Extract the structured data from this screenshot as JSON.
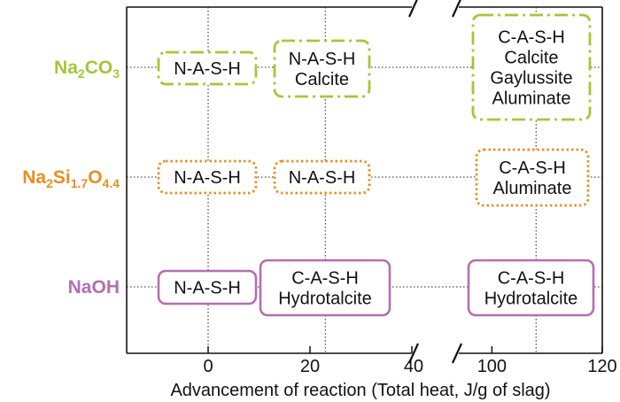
{
  "colors": {
    "na2co3": "#a3c837",
    "silicate": "#e88f22",
    "naoh": "#b46fb0",
    "axis": "#111111"
  },
  "rows": [
    {
      "id": "na2co3",
      "label_parts": [
        [
          "Na",
          ""
        ],
        [
          "2",
          "sub"
        ],
        [
          "CO",
          ""
        ],
        [
          "3",
          "sub"
        ]
      ],
      "color_key": "na2co3",
      "line_style": "dashdot",
      "boxes": [
        {
          "id": "na2co3-early",
          "lines": [
            "N-A-S-H"
          ]
        },
        {
          "id": "na2co3-mid",
          "lines": [
            "N-A-S-H",
            "Calcite"
          ]
        },
        {
          "id": "na2co3-late",
          "lines": [
            "C-A-S-H",
            "Calcite",
            "Gaylussite",
            "Aluminate"
          ]
        }
      ]
    },
    {
      "id": "silicate",
      "label_parts": [
        [
          "Na",
          ""
        ],
        [
          "2",
          "sub"
        ],
        [
          "Si",
          ""
        ],
        [
          "1.7",
          "sub"
        ],
        [
          "O",
          ""
        ],
        [
          "4.4",
          "sub"
        ]
      ],
      "color_key": "silicate",
      "line_style": "dotted",
      "boxes": [
        {
          "id": "silicate-early",
          "lines": [
            "N-A-S-H"
          ]
        },
        {
          "id": "silicate-mid",
          "lines": [
            "N-A-S-H"
          ]
        },
        {
          "id": "silicate-late",
          "lines": [
            "C-A-S-H",
            "Aluminate"
          ]
        }
      ]
    },
    {
      "id": "naoh",
      "label_parts": [
        [
          "NaOH",
          ""
        ]
      ],
      "color_key": "naoh",
      "line_style": "solid",
      "boxes": [
        {
          "id": "naoh-early",
          "lines": [
            "N-A-S-H"
          ]
        },
        {
          "id": "naoh-mid",
          "lines": [
            "C-A-S-H",
            "Hydrotalcite"
          ]
        },
        {
          "id": "naoh-late",
          "lines": [
            "C-A-S-H",
            "Hydrotalcite"
          ]
        }
      ]
    }
  ],
  "x_axis": {
    "label": "Advancement of reaction (Total heat, J/g of slag)",
    "broken": true,
    "segments": [
      {
        "range": [
          -16,
          40
        ],
        "ticks": [
          0,
          20,
          40
        ],
        "tick_labels": [
          "0",
          "20",
          "40"
        ]
      },
      {
        "range": [
          94,
          120
        ],
        "ticks": [
          100,
          120
        ],
        "tick_labels": [
          "100",
          "120"
        ]
      }
    ]
  },
  "vertical_guides": [
    0,
    23,
    108
  ]
}
